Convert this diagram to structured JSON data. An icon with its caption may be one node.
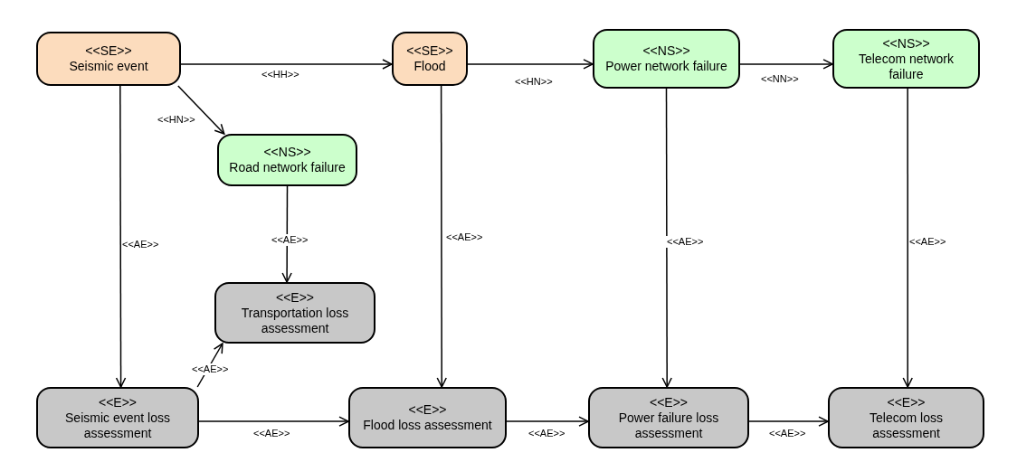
{
  "diagram": {
    "nodes": [
      {
        "text": [
          "<<SE>>",
          "Seismic event"
        ]
      },
      {
        "text": [
          "<<SE>>",
          "Flood"
        ]
      },
      {
        "text": [
          "<<NS>>",
          "Power network failure"
        ]
      },
      {
        "text": [
          "<<NS>>",
          "Telecom network failure"
        ]
      },
      {
        "text": [
          "<<NS>>",
          "Road network failure"
        ]
      },
      {
        "text": [
          "<<E>>",
          "Transportation loss assessment"
        ]
      },
      {
        "text": [
          "<<E>>",
          "Seismic event loss assessment"
        ]
      },
      {
        "text": [
          "<<E>>",
          "Flood loss assessment"
        ]
      },
      {
        "text": [
          "<<E>>",
          "Power failure loss assessment"
        ]
      },
      {
        "text": [
          "<<E>>",
          "Telecom loss assessment"
        ]
      }
    ],
    "edges": [
      {
        "from": 0,
        "to": 1,
        "arrow": "to",
        "label": "<<HH>>"
      },
      {
        "from": 1,
        "to": 2,
        "arrow": "to",
        "label": "<<HN>>"
      },
      {
        "from": 2,
        "to": 3,
        "arrow": "to",
        "label": "<<NN>>"
      },
      {
        "from": 0,
        "to": 4,
        "arrow": "to",
        "label": "<<HN>>"
      },
      {
        "from": 0,
        "to": 6,
        "arrow": "to",
        "label": "<<AE>>"
      },
      {
        "from": 4,
        "to": 5,
        "arrow": "to",
        "label": "<<AE>>"
      },
      {
        "from": 1,
        "to": 7,
        "arrow": "to",
        "label": "<<AE>>"
      },
      {
        "from": 2,
        "to": 8,
        "arrow": "to",
        "label": "<<AE>>"
      },
      {
        "from": 3,
        "to": 9,
        "arrow": "to",
        "label": "<<AE>>"
      },
      {
        "from": 6,
        "to": 5,
        "arrow": "to",
        "label": "<<AE>>"
      },
      {
        "from": 6,
        "to": 7,
        "arrow": "to",
        "label": "<<AE>>"
      },
      {
        "from": 7,
        "to": 8,
        "arrow": "to",
        "label": "<<AE>>"
      },
      {
        "from": 8,
        "to": 9,
        "arrow": "to",
        "label": "<<AE>>"
      }
    ]
  }
}
